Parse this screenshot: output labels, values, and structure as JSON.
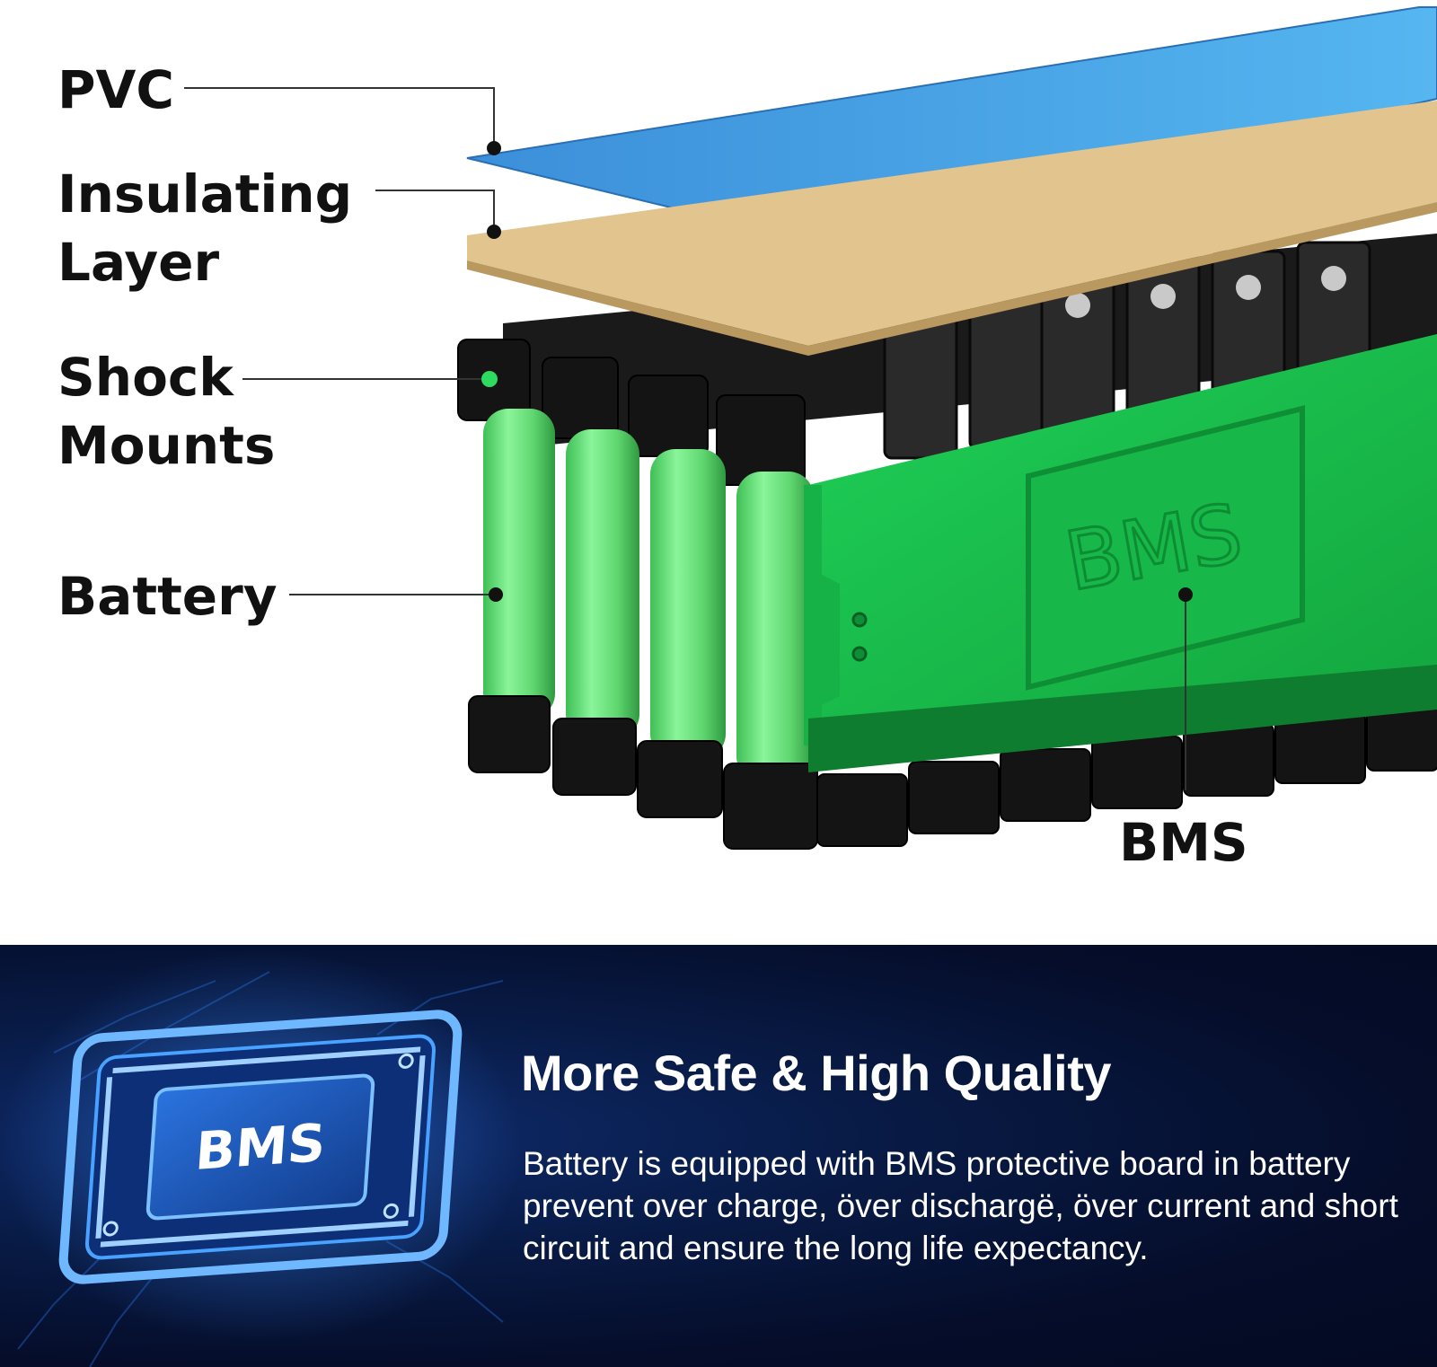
{
  "callouts": {
    "pvc": "PVC",
    "insulating_line1": "Insulating",
    "insulating_line2": "Layer",
    "shock_line1": "Shock",
    "shock_line2": "Mounts",
    "battery": "Battery",
    "bms": "BMS"
  },
  "pack": {
    "emboss_text": "BMS"
  },
  "banner": {
    "chip_text": "BMS",
    "title": "More Safe & High Quality",
    "description": "Battery is equipped with BMS protective board in battery prevent over charge, över dischargë, över current and short circuit and ensure the long life expectancy."
  },
  "colors": {
    "pvc_sheet": "#3a9ce3",
    "insulating_sheet": "#e1c48e",
    "cell_green": "#67e07a",
    "pack_green": "#19c24c",
    "holder_black": "#141414",
    "banner_bg": "#081a44",
    "chip_glow": "#2f7ff5"
  }
}
